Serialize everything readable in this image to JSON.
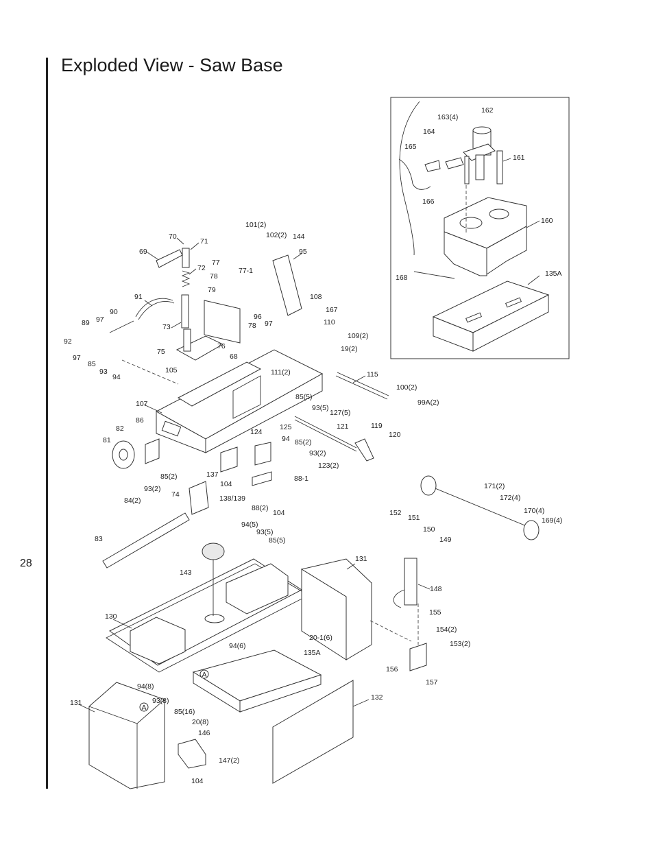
{
  "page": {
    "title": "Exploded View - Saw Base",
    "page_number": "28"
  },
  "callouts": {
    "c70": "70",
    "c71": "71",
    "c69": "69",
    "c72": "72",
    "c101": "101(2)",
    "c102": "102(2)",
    "c144": "144",
    "c95": "95",
    "c77": "77",
    "c78a": "78",
    "c771": "77-1",
    "c79": "79",
    "c91": "91",
    "c73": "73",
    "c90": "90",
    "c97a": "97",
    "c89": "89",
    "c92": "92",
    "c97b": "97",
    "c85a": "85",
    "c93a": "93",
    "c94a": "94",
    "c76": "76",
    "c75": "75",
    "c96": "96",
    "c97c": "97",
    "c78b": "78",
    "c108": "108",
    "c167": "167",
    "c110": "110",
    "c109": "109(2)",
    "c19": "19(2)",
    "c68": "68",
    "c111": "111(2)",
    "c105": "105",
    "c107": "107",
    "c115": "115",
    "c85b": "85(5)",
    "c93b": "93(5)",
    "c127": "127(5)",
    "c100": "100(2)",
    "c99a": "99A(2)",
    "c82": "82",
    "c86": "86",
    "c81": "81",
    "c125": "125",
    "c124": "124",
    "c94b": "94",
    "c85c": "85(2)",
    "c121": "121",
    "c119": "119",
    "c120": "120",
    "c93c": "93(2)",
    "c123": "123(2)",
    "c137": "137",
    "c881": "88-1",
    "c85d": "85(2)",
    "c93d": "93(2)",
    "c104a": "104",
    "c84": "84(2)",
    "c74": "74",
    "c138": "138/139",
    "c88": "88(2)",
    "c104b": "104",
    "c163": "163(4)",
    "c162": "162",
    "c164": "164",
    "c165": "165",
    "c161": "161",
    "c166": "166",
    "c160": "160",
    "c168": "168",
    "c135a": "135A",
    "c171": "171(2)",
    "c172": "172(4)",
    "c170": "170(4)",
    "c169": "169(4)",
    "c152": "152",
    "c151": "151",
    "c150": "150",
    "c149": "149",
    "c148": "148",
    "c94c": "94(5)",
    "c93e": "93(5)",
    "c85e": "85(5)",
    "c83": "83",
    "c143": "143",
    "c131a": "131",
    "c130": "130",
    "c201": "20-1(6)",
    "c155": "155",
    "c154": "154(2)",
    "c153": "153(2)",
    "c156": "156",
    "c157": "157",
    "c94d": "94(6)",
    "c135b": "135A",
    "c94e": "94(8)",
    "c93f": "93(8)",
    "c131b": "131",
    "c85f": "85(16)",
    "c20": "20(8)",
    "c132": "132",
    "c146": "146",
    "c147": "147(2)",
    "c104c": "104",
    "ref_a1": "A",
    "ref_a2": "A"
  }
}
